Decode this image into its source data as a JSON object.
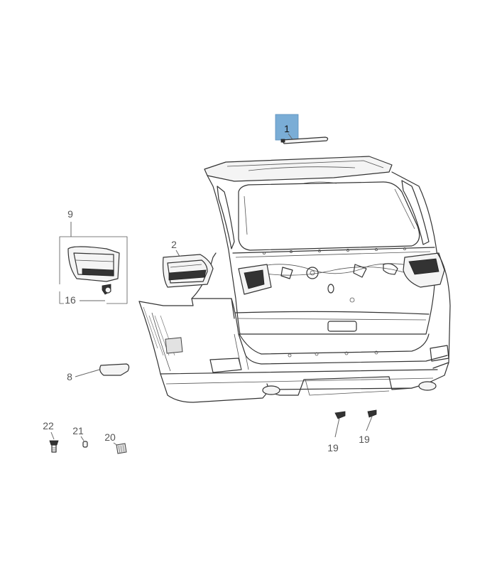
{
  "callouts": [
    {
      "id": "c1",
      "label": "1",
      "part": "spoiler-reflector",
      "highlighted": true
    },
    {
      "id": "c2",
      "label": "2",
      "part": "inner-tail-lamp"
    },
    {
      "id": "c8",
      "label": "8",
      "part": "rear-reflector"
    },
    {
      "id": "c9",
      "label": "9",
      "part": "outer-tail-lamp-kit"
    },
    {
      "id": "c16",
      "label": "16",
      "part": "lamp-fastener"
    },
    {
      "id": "c19a",
      "label": "19",
      "part": "bumper-clip-left"
    },
    {
      "id": "c19b",
      "label": "19",
      "part": "bumper-clip-right"
    },
    {
      "id": "c20",
      "label": "20",
      "part": "grommet"
    },
    {
      "id": "c21",
      "label": "21",
      "part": "pad"
    },
    {
      "id": "c22",
      "label": "22",
      "part": "push-pin"
    }
  ],
  "colors": {
    "highlight": "#7aadd6",
    "line": "#333333",
    "label": "#555555"
  }
}
